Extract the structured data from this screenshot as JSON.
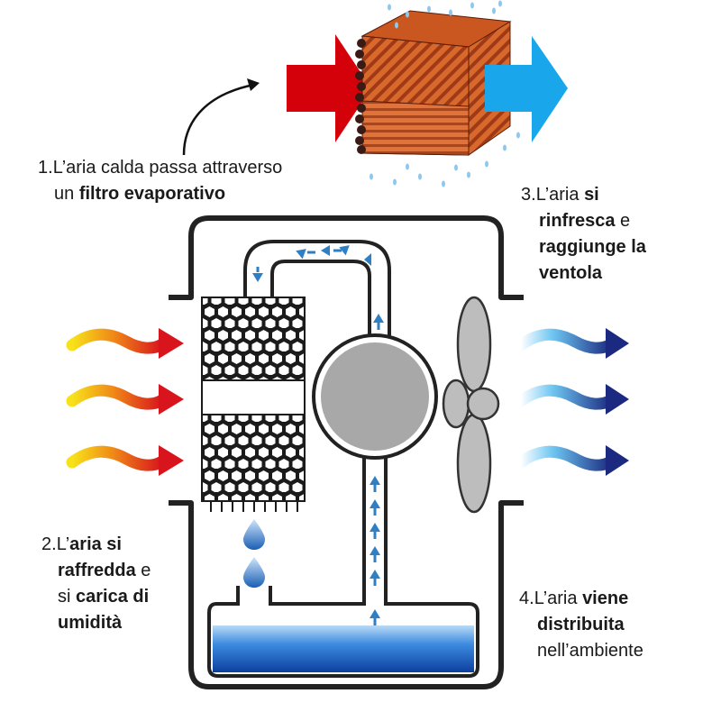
{
  "captions": {
    "step1": {
      "num": "1.",
      "pre": "L’aria calda passa attraverso",
      "line2_pre": "un ",
      "bold": "filtro evaporativo"
    },
    "step2": {
      "num": "2.",
      "pre": "L’",
      "bold1": "aria si",
      "bold2": "raffredda",
      "mid": " e",
      "pre2": "si ",
      "bold3": "carica di",
      "bold4": "umidità"
    },
    "step3": {
      "num": "3.",
      "pre": "L’aria ",
      "bold1": "si",
      "bold2": "rinfresca",
      "mid": " e",
      "bold3": "raggiunge la",
      "bold4": "ventola"
    },
    "step4": {
      "num": "4.",
      "pre": "L’aria ",
      "bold1": "viene",
      "bold2": "distribuita",
      "post": "nell’ambiente"
    }
  },
  "colors": {
    "hot_arrow": "#d4000a",
    "cold_arrow": "#1aa6ea",
    "pad": "#d9682a",
    "water": "#1f6bc2",
    "housing": "#222222",
    "component_gray": "#a8a8a8",
    "flow_arrow": "#2f7fc4"
  },
  "icons": [
    "hot-air-arrow-icon",
    "cold-air-arrow-icon",
    "evaporative-pad-icon",
    "water-drop-icon",
    "fan-icon",
    "pump-icon"
  ]
}
